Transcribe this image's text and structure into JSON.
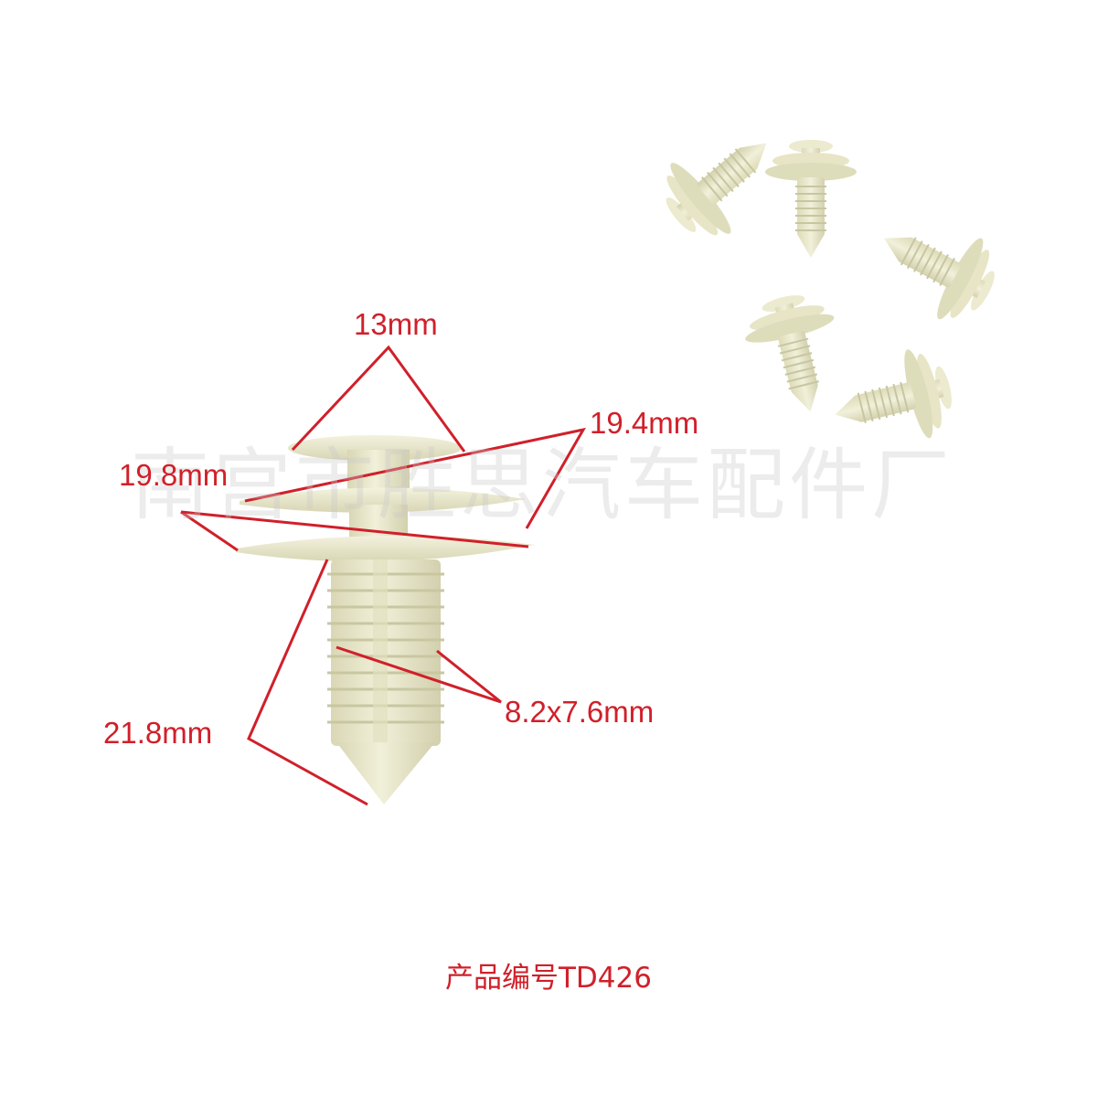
{
  "product": {
    "code_caption": "产品编号TD426",
    "watermark": "南宫市胜思汽车配件厂"
  },
  "dimensions": {
    "head_top": "13mm",
    "disc_mid": "19.4mm",
    "disc_base": "19.8mm",
    "shank_length": "21.8mm",
    "shank_width": "8.2x7.6mm"
  },
  "colors": {
    "annotation": "#d0202a",
    "part_light": "#eeeed2",
    "part_mid": "#e4e3c3",
    "part_shadow": "#cfcda8"
  }
}
